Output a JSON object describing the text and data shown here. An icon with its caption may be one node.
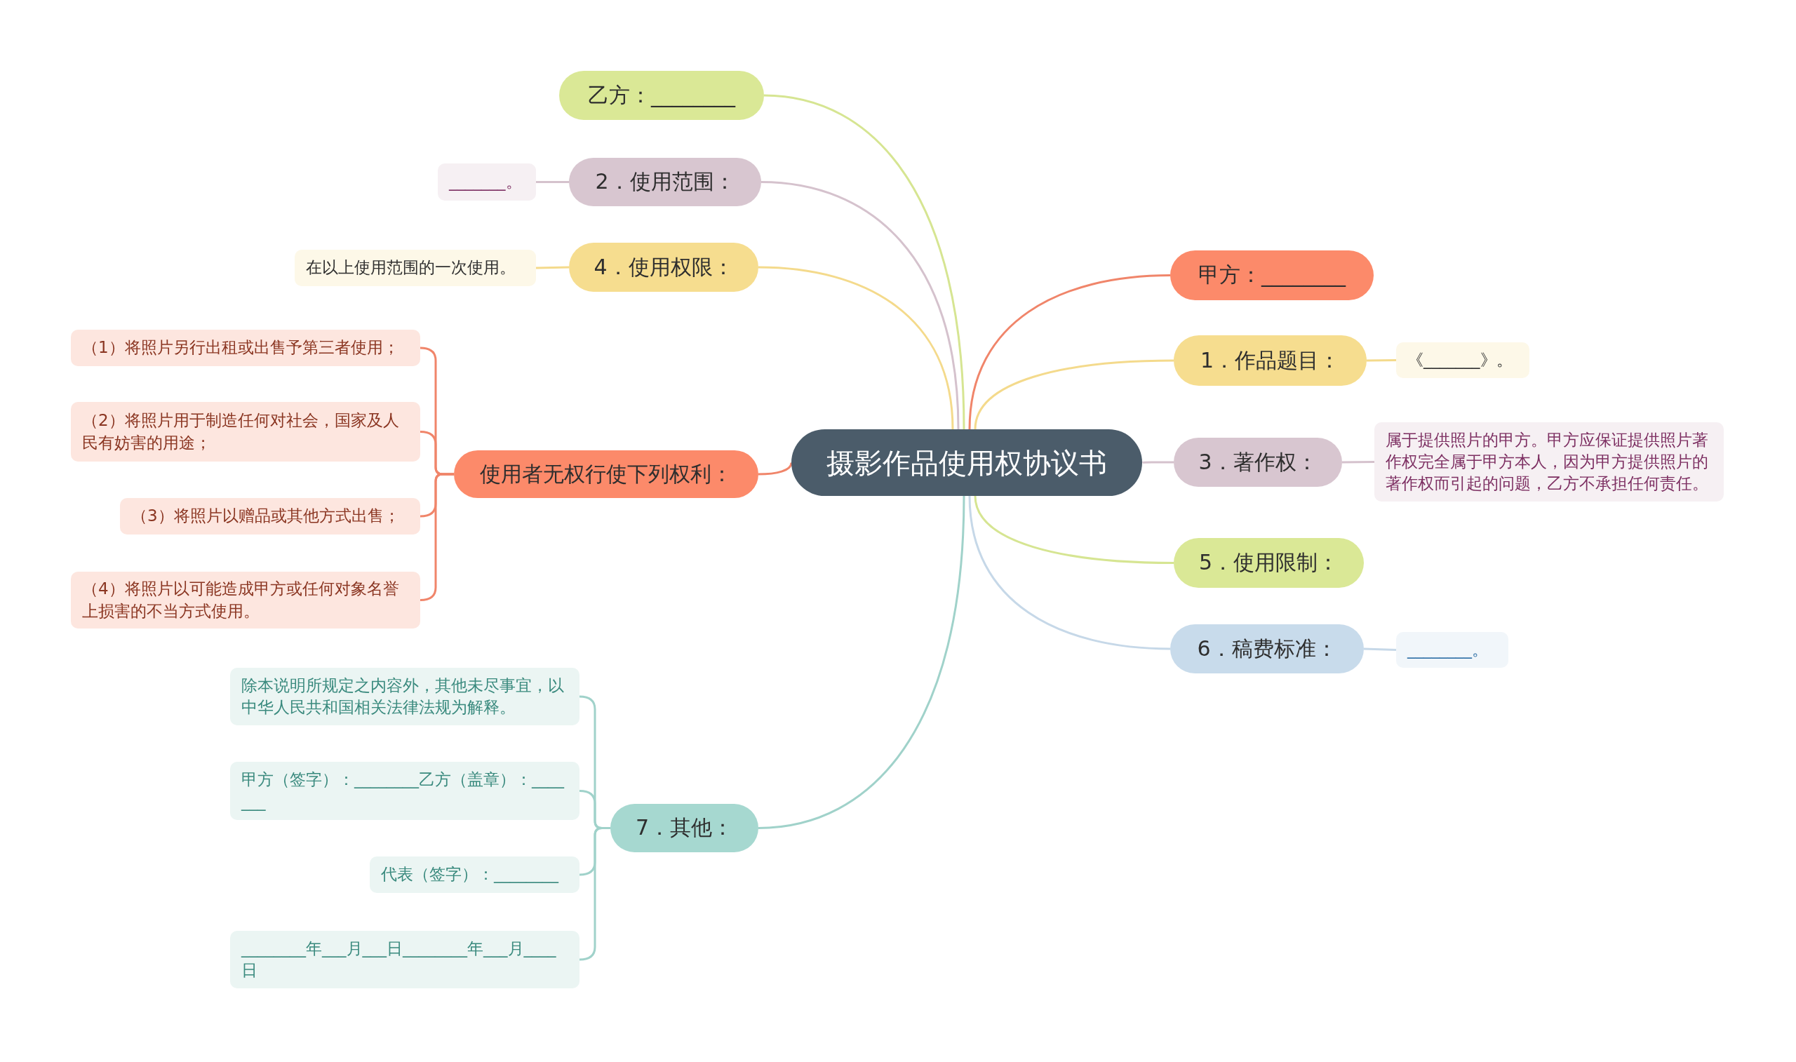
{
  "diagram": {
    "nodes": [
      {
        "text": [
          "摄影作品使用权协议书"
        ]
      },
      {
        "text": [
          "乙方：________"
        ]
      },
      {
        "text": [
          "2．使用范围："
        ]
      },
      {
        "text": [
          "_______。"
        ]
      },
      {
        "text": [
          "4．使用权限："
        ]
      },
      {
        "text": [
          "在以上使用范围的一次使用。"
        ]
      },
      {
        "text": [
          "使用者无权行使下列权利："
        ]
      },
      {
        "text": [
          "（1）将照片另行出租或出售予第三者使用；"
        ]
      },
      {
        "text": [
          "（2）将照片用于制造任何对社会，国家及人民有妨害的用途；"
        ]
      },
      {
        "text": [
          "（3）将照片以赠品或其他方式出售；"
        ]
      },
      {
        "text": [
          "（4）将照片以可能造成甲方或任何对象名誉上损害的不当方式使用。"
        ]
      },
      {
        "text": [
          "7．其他："
        ]
      },
      {
        "text": [
          "除本说明所规定之内容外，其他未尽事宜，以中华人民共和国相关法律法规为解释。"
        ]
      },
      {
        "text": [
          "甲方（签字）：________乙方（盖章）：_______"
        ]
      },
      {
        "text": [
          "代表（签字）：________"
        ]
      },
      {
        "text": [
          "________年___月___日________年___月____日"
        ]
      },
      {
        "text": [
          "甲方：________"
        ]
      },
      {
        "text": [
          "1．作品题目："
        ]
      },
      {
        "text": [
          "《_______》。"
        ]
      },
      {
        "text": [
          "3．著作权："
        ]
      },
      {
        "text": [
          "属于提供照片的甲方。甲方应保证提供照片著作权完全属于甲方本人，因为甲方提供照片的著作权而引起的问题，乙方不承担任何责任。"
        ]
      },
      {
        "text": [
          "5．使用限制："
        ]
      },
      {
        "text": [
          "6．稿费标准："
        ]
      },
      {
        "text": [
          "________。"
        ]
      }
    ],
    "edges": [
      {
        "from": 0,
        "to": 1,
        "arrow": "none",
        "color": "#d6e592"
      },
      {
        "from": 0,
        "to": 2,
        "arrow": "none",
        "color": "#d5c2cd"
      },
      {
        "from": 2,
        "to": 3,
        "arrow": "none",
        "color": "#d5c2cd"
      },
      {
        "from": 0,
        "to": 4,
        "arrow": "none",
        "color": "#f4da8c"
      },
      {
        "from": 4,
        "to": 5,
        "arrow": "none",
        "color": "#f4da8c"
      },
      {
        "from": 0,
        "to": 6,
        "arrow": "none",
        "color": "#f0856a"
      },
      {
        "from": 6,
        "to": 7,
        "arrow": "none",
        "color": "#f0856a"
      },
      {
        "from": 6,
        "to": 8,
        "arrow": "none",
        "color": "#f0856a"
      },
      {
        "from": 6,
        "to": 9,
        "arrow": "none",
        "color": "#f0856a"
      },
      {
        "from": 6,
        "to": 10,
        "arrow": "none",
        "color": "#f0856a"
      },
      {
        "from": 0,
        "to": 11,
        "arrow": "none",
        "color": "#a0d2ca"
      },
      {
        "from": 11,
        "to": 12,
        "arrow": "none",
        "color": "#a0d2ca"
      },
      {
        "from": 11,
        "to": 13,
        "arrow": "none",
        "color": "#a0d2ca"
      },
      {
        "from": 11,
        "to": 14,
        "arrow": "none",
        "color": "#a0d2ca"
      },
      {
        "from": 11,
        "to": 15,
        "arrow": "none",
        "color": "#a0d2ca"
      },
      {
        "from": 0,
        "to": 16,
        "arrow": "none",
        "color": "#f0856a"
      },
      {
        "from": 0,
        "to": 17,
        "arrow": "none",
        "color": "#f4da8c"
      },
      {
        "from": 17,
        "to": 18,
        "arrow": "none",
        "color": "#f4da8c"
      },
      {
        "from": 0,
        "to": 19,
        "arrow": "none",
        "color": "#d5c2cd"
      },
      {
        "from": 19,
        "to": 20,
        "arrow": "none",
        "color": "#d5c2cd"
      },
      {
        "from": 0,
        "to": 21,
        "arrow": "none",
        "color": "#d6e592"
      },
      {
        "from": 0,
        "to": 22,
        "arrow": "none",
        "color": "#c6d8e8"
      },
      {
        "from": 22,
        "to": 23,
        "arrow": "none",
        "color": "#c6d8e8"
      }
    ]
  }
}
